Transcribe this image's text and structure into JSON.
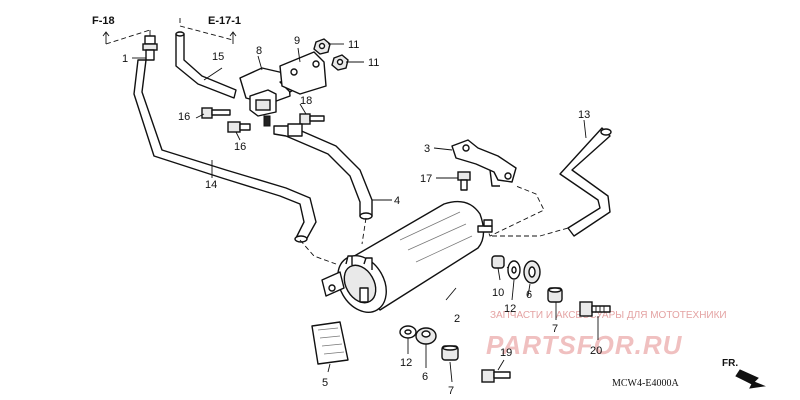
{
  "references": {
    "f18": "F-18",
    "e171": "E-17-1"
  },
  "callouts": {
    "c1": "1",
    "c2": "2",
    "c3": "3",
    "c4": "4",
    "c5": "5",
    "c6a": "6",
    "c6b": "6",
    "c7a": "7",
    "c7b": "7",
    "c8": "8",
    "c9": "9",
    "c10": "10",
    "c11a": "11",
    "c11b": "11",
    "c12a": "12",
    "c12b": "12",
    "c13": "13",
    "c14": "14",
    "c15": "15",
    "c16a": "16",
    "c16b": "16",
    "c17": "17",
    "c18": "18",
    "c19": "19",
    "c20": "20"
  },
  "watermark": {
    "caption": "ЗАПЧАСТИ И АКСЕССУАРЫ ДЛЯ МОТОТЕХНИКИ",
    "logo": "PARTSFOR.RU"
  },
  "diagram_code": "MCW4-E4000A",
  "direction": "FR."
}
